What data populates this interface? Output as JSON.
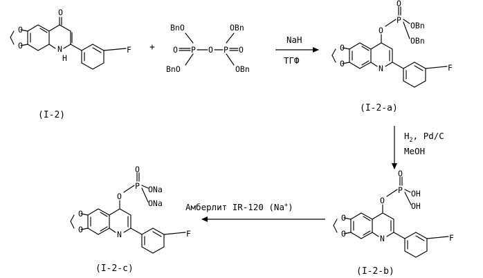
{
  "title": "",
  "compounds": {
    "i2": {
      "label": "(I-2)",
      "atoms": {
        "o1": "O",
        "o2": "O",
        "carbonyl_o": "O",
        "n": "N",
        "h": "H",
        "f": "F"
      }
    },
    "i2a": {
      "label": "(I-2-a)",
      "atoms": {
        "o1": "O",
        "o2": "O",
        "n": "N",
        "f": "F",
        "o_link": "O",
        "p": "P",
        "o_dbl": "O",
        "obn1": "OBn",
        "obn2": "OBn"
      }
    },
    "i2b": {
      "label": "(I-2-b)",
      "atoms": {
        "o1": "O",
        "o2": "O",
        "n": "N",
        "f": "F",
        "o_link": "O",
        "p": "P",
        "o_dbl": "O",
        "oh1": "OH",
        "oh2": "OH"
      }
    },
    "i2c": {
      "label": "(I-2-c)",
      "atoms": {
        "o1": "O",
        "o2": "O",
        "n": "N",
        "f": "F",
        "o_link": "O",
        "p": "P",
        "o_dbl": "O",
        "ona1": "ONa",
        "ona2": "ONa"
      }
    }
  },
  "plus": "+",
  "reagent": {
    "bno_tl": "BnO",
    "obn_tr": "OBn",
    "bno_bl": "BnO",
    "obn_br": "OBn",
    "o_left": "O",
    "p_left": "P",
    "o_bridge": "O",
    "p_right": "P",
    "o_right": "O"
  },
  "arrows": {
    "step1": {
      "above": "NaH",
      "below": "ТГФ"
    },
    "step2": {
      "line1_prefix": "H",
      "line1_sub": "2",
      "line1_suffix": ", Pd/C",
      "line2": "MeOH"
    },
    "step3": {
      "above": "Амберлит IR-120 (Na",
      "above_sup": "+",
      "above_close": ")"
    }
  }
}
